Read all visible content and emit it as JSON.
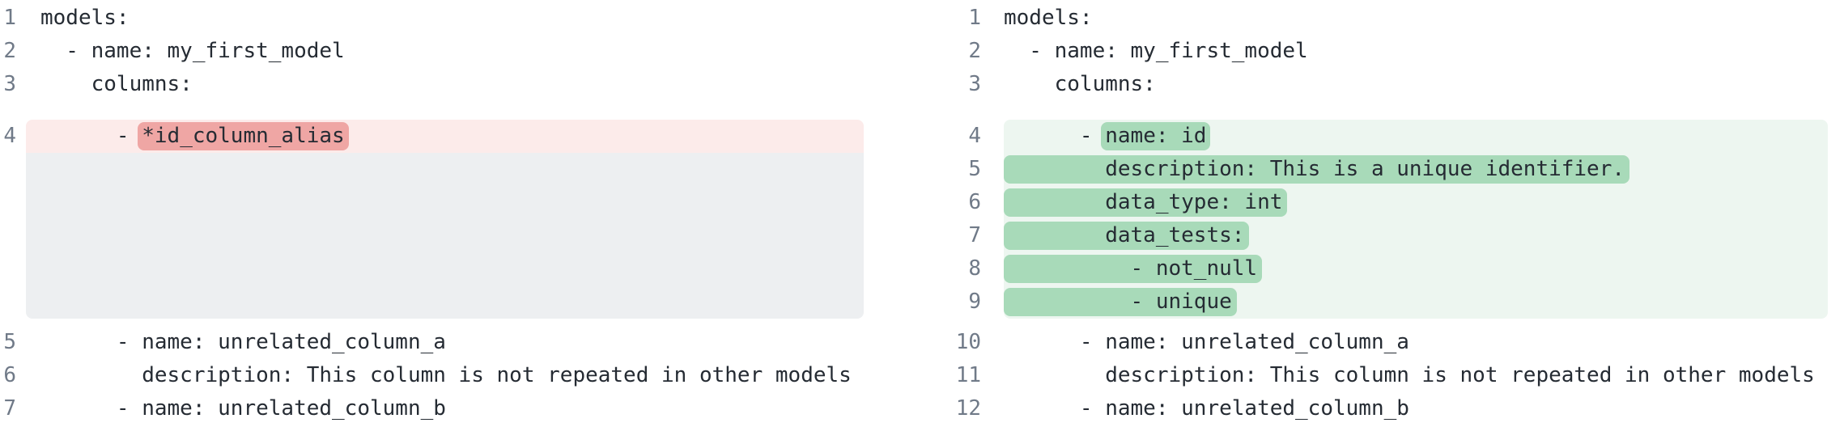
{
  "colors": {
    "removed_line_bg": "#fcebea",
    "removed_token_bg": "#efa6a4",
    "placeholder_bg": "#edeff1",
    "added_block_bg": "#edf6f0",
    "added_token_bg": "#a8dab9",
    "gutter_text": "#707a88",
    "code_text": "#252b33",
    "page_bg": "#ffffff"
  },
  "diff": {
    "panes": [
      {
        "side": "old",
        "segments": [
          {
            "kind": "context",
            "lines": [
              {
                "num": "1",
                "text": "models:"
              },
              {
                "num": "2",
                "text": "  - name: my_first_model"
              },
              {
                "num": "3",
                "text": "    columns:"
              }
            ]
          },
          {
            "kind": "removed-group",
            "line": {
              "num": "4",
              "prefix": "      - ",
              "token": "*id_column_alias"
            },
            "placeholder_rows": 5
          },
          {
            "kind": "context",
            "lines": [
              {
                "num": "5",
                "text": "      - name: unrelated_column_a"
              },
              {
                "num": "6",
                "text": "        description: This column is not repeated in other models"
              },
              {
                "num": "7",
                "text": "      - name: unrelated_column_b"
              }
            ]
          }
        ]
      },
      {
        "side": "new",
        "segments": [
          {
            "kind": "context",
            "lines": [
              {
                "num": "1",
                "text": "models:"
              },
              {
                "num": "2",
                "text": "  - name: my_first_model"
              },
              {
                "num": "3",
                "text": "    columns:"
              }
            ]
          },
          {
            "kind": "added-group",
            "lines": [
              {
                "num": "4",
                "prefix": "      - ",
                "token": "name: id"
              },
              {
                "num": "5",
                "token": "        description: This is a unique identifier."
              },
              {
                "num": "6",
                "token": "        data_type: int"
              },
              {
                "num": "7",
                "token": "        data_tests:"
              },
              {
                "num": "8",
                "token": "          - not_null"
              },
              {
                "num": "9",
                "token": "          - unique"
              }
            ]
          },
          {
            "kind": "context",
            "lines": [
              {
                "num": "10",
                "text": "      - name: unrelated_column_a"
              },
              {
                "num": "11",
                "text": "        description: This column is not repeated in other models"
              },
              {
                "num": "12",
                "text": "      - name: unrelated_column_b"
              }
            ]
          }
        ]
      }
    ]
  }
}
